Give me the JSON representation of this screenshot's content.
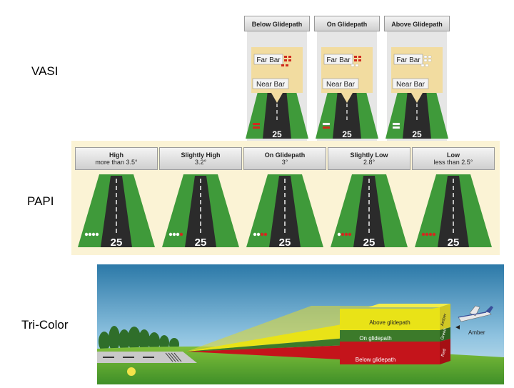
{
  "labels": {
    "vasi": "VASI",
    "papi": "PAPI",
    "tricolor": "Tri-Color"
  },
  "vasi": {
    "columns": [
      {
        "title": "Below Glidepath",
        "far_bar": "Far Bar",
        "near_bar": "Near Bar",
        "runway": "25"
      },
      {
        "title": "On Glidepath",
        "far_bar": "Far Bar",
        "near_bar": "Near Bar",
        "runway": "25"
      },
      {
        "title": "Above Glidepath",
        "far_bar": "Far Bar",
        "near_bar": "Near Bar",
        "runway": "25"
      }
    ]
  },
  "papi": {
    "columns": [
      {
        "title": "High",
        "subtitle": "more than 3.5°",
        "runway": "25",
        "lights": [
          "white",
          "white",
          "white",
          "white"
        ]
      },
      {
        "title": "Slightly High",
        "subtitle": "3.2°",
        "runway": "25",
        "lights": [
          "white",
          "white",
          "white",
          "red"
        ]
      },
      {
        "title": "On Glidepath",
        "subtitle": "3°",
        "runway": "25",
        "lights": [
          "white",
          "white",
          "red",
          "red"
        ]
      },
      {
        "title": "Slightly Low",
        "subtitle": "2.8°",
        "runway": "25",
        "lights": [
          "white",
          "red",
          "red",
          "red"
        ]
      },
      {
        "title": "Low",
        "subtitle": "less than 2.5°",
        "runway": "25",
        "lights": [
          "red",
          "red",
          "red",
          "red"
        ]
      }
    ]
  },
  "tricolor": {
    "bands": {
      "above": "Above glidepath",
      "on": "On glidepath",
      "below": "Below glidepath"
    },
    "side": {
      "amber": "Amber",
      "green": "Green",
      "red": "Red"
    },
    "callout": "Amber"
  },
  "colors": {
    "grass": "#3f9a3a",
    "runway": "#2b2b2b",
    "red_light": "#d02a1e",
    "white_light": "#ffffff",
    "yellow": "#e9e317",
    "green_band": "#3c7a2a",
    "red_band": "#c4141b"
  }
}
